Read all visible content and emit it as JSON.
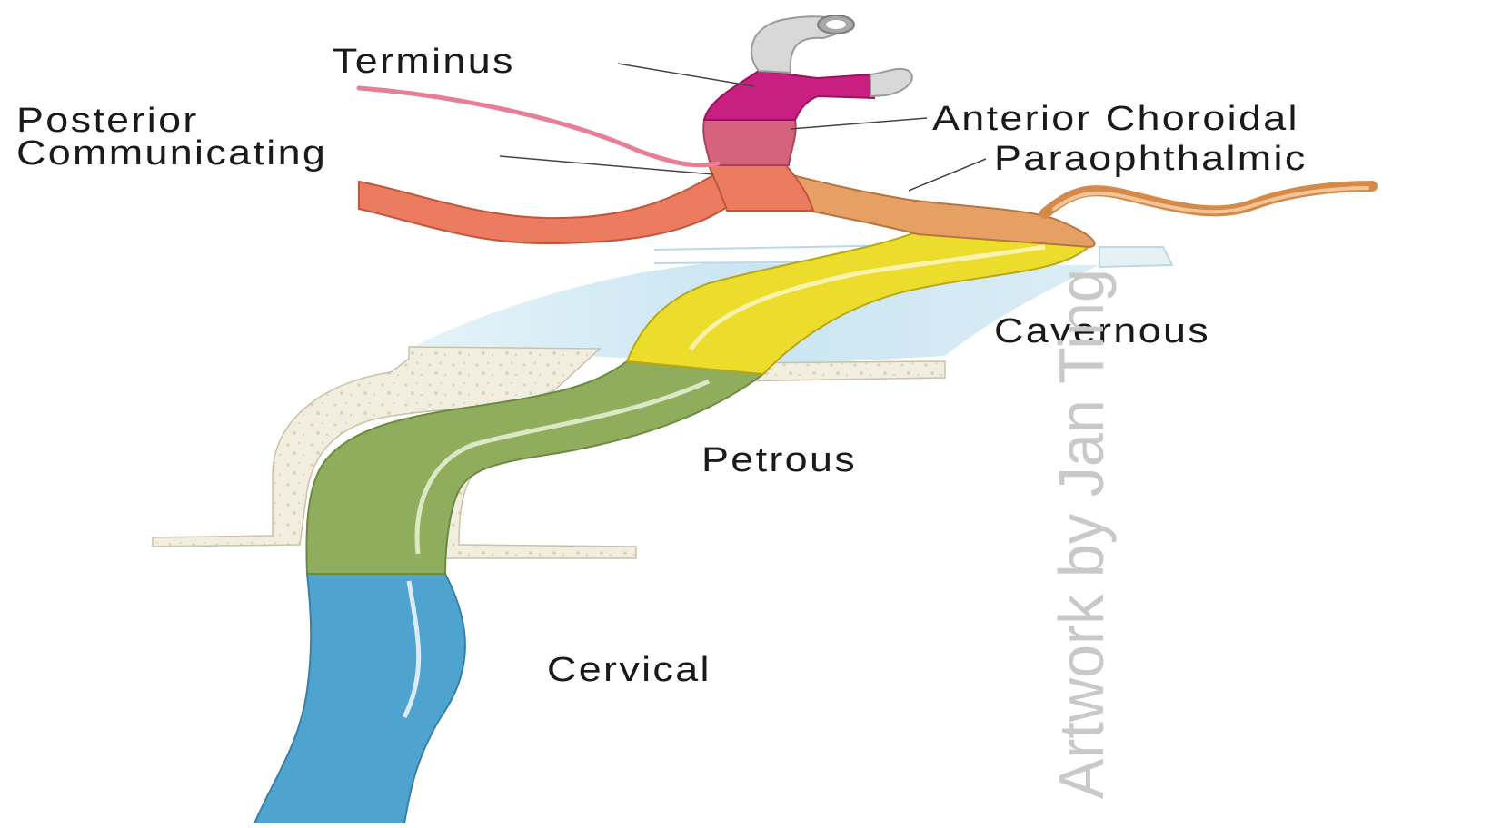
{
  "labels": {
    "terminus": "Terminus",
    "posterior_line1": "Posterior",
    "posterior_line2": "Communicating",
    "anterior_choroidal": "Anterior Choroidal",
    "paraophthalmic": "Paraophthalmic",
    "cavernous": "Cavernous",
    "petrous": "Petrous",
    "cervical": "Cervical"
  },
  "watermark": "Artwork by Jan Ting",
  "colors": {
    "cervical": "#4fa3cf",
    "petrous": "#8fad5c",
    "cavernous": "#ecdc2c",
    "paraophthalmic": "#e7a063",
    "posterior_communicating": "#ec7c5f",
    "anterior_choroidal": "#d4627d",
    "terminus": "#c91f80",
    "distal_branch": "#d8d8d8",
    "sinus": "#cfe8f3",
    "bone": "#efebda"
  }
}
